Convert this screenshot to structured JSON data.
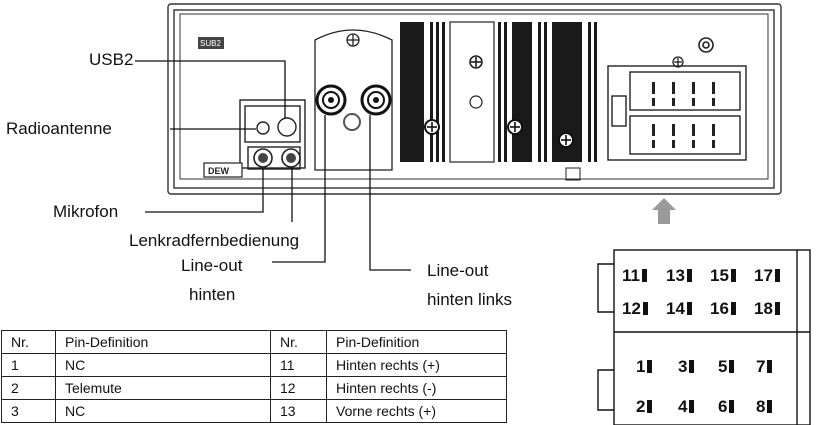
{
  "labels": {
    "usb2": "USB2",
    "radioantenne": "Radioantenne",
    "mikrofon": "Mikrofon",
    "lenkrad": "Lenkradfernbedienung",
    "lineout_hinten_1": "Line-out",
    "lineout_hinten_2": "hinten",
    "lineout_links_1": "Line-out",
    "lineout_links_2": "hinten links"
  },
  "unit_markings": {
    "top_left": "SUB2",
    "bottom_left": "DEW"
  },
  "pin_table": {
    "headers": [
      "Nr.",
      "Pin-Definition",
      "Nr.",
      "Pin-Definition"
    ],
    "rows": [
      [
        "1",
        "NC",
        "11",
        "Hinten rechts (+)"
      ],
      [
        "2",
        "Telemute",
        "12",
        "Hinten rechts (-)"
      ],
      [
        "3",
        "NC",
        "13",
        "Vorne rechts (+)"
      ]
    ]
  },
  "connector": {
    "row1": [
      "11",
      "13",
      "15",
      "17"
    ],
    "row2": [
      "12",
      "14",
      "16",
      "18"
    ],
    "row3": [
      "1",
      "3",
      "5",
      "7"
    ],
    "row4": [
      "2",
      "4",
      "6",
      "8"
    ]
  }
}
